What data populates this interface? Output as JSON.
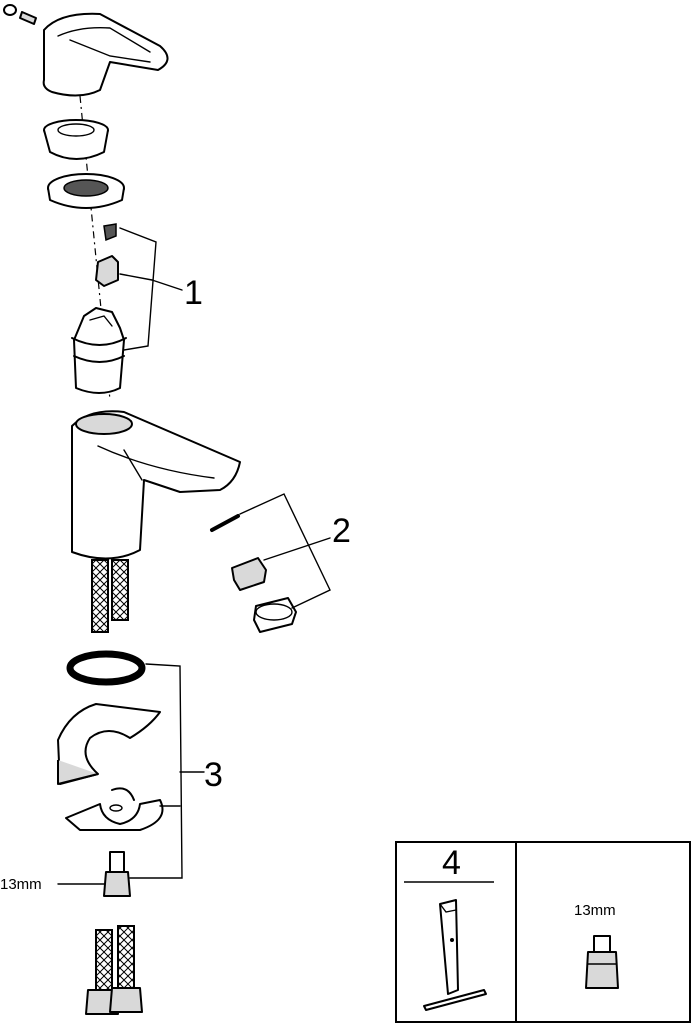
{
  "callouts": {
    "c1": "1",
    "c2": "2",
    "c3": "3",
    "c4": "4"
  },
  "labels": {
    "nut_size_main": "13mm",
    "nut_size_panel": "13mm"
  },
  "colors": {
    "line": "#000000",
    "background": "#ffffff",
    "shade": "#d9d9d9"
  }
}
